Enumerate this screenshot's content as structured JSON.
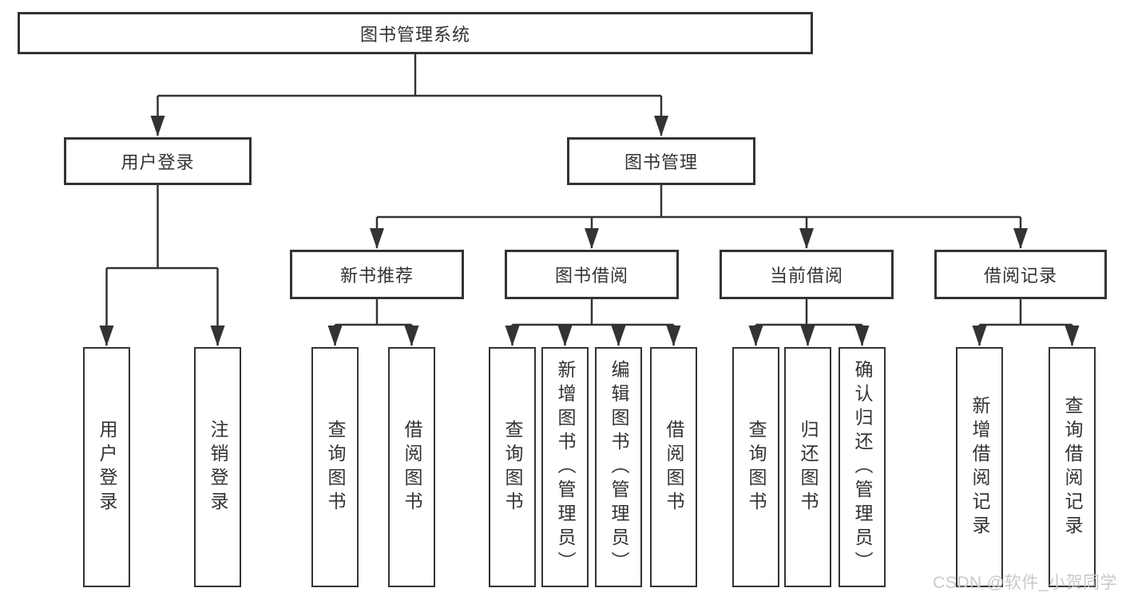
{
  "diagram_title": "图书管理系统",
  "tree": {
    "root": {
      "label": "图书管理系统"
    },
    "user_login": {
      "label": "用户登录",
      "children": [
        {
          "label": "用户登录"
        },
        {
          "label": "注销登录"
        }
      ]
    },
    "book_mgmt": {
      "label": "图书管理",
      "children": [
        {
          "label": "新书推荐",
          "children": [
            {
              "label": "查询图书"
            },
            {
              "label": "借阅图书"
            }
          ]
        },
        {
          "label": "图书借阅",
          "children": [
            {
              "label": "查询图书"
            },
            {
              "label": "新增图书（管理员）"
            },
            {
              "label": "编辑图书（管理员）"
            },
            {
              "label": "借阅图书"
            }
          ]
        },
        {
          "label": "当前借阅",
          "children": [
            {
              "label": "查询图书"
            },
            {
              "label": "归还图书"
            },
            {
              "label": "确认归还（管理员）"
            }
          ]
        },
        {
          "label": "借阅记录",
          "children": [
            {
              "label": "新增借阅记录"
            },
            {
              "label": "查询借阅记录"
            }
          ]
        }
      ]
    }
  },
  "watermark": {
    "text": "CSDN @软件_小贺同学"
  },
  "colors": {
    "line": "#333333",
    "box-fill": "#ffffff",
    "text": "#333333",
    "watermark": "#c9c9c9",
    "bg": "#ffffff"
  }
}
